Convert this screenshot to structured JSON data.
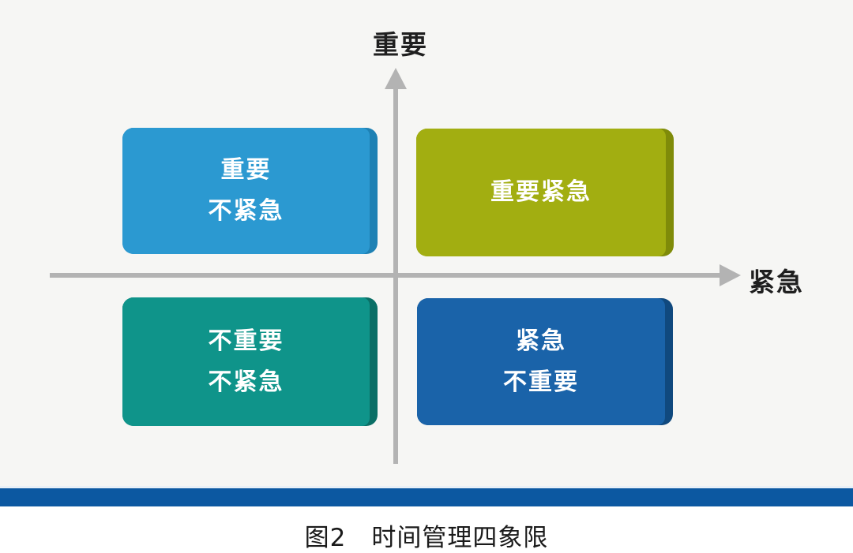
{
  "figure": {
    "caption": "图2　时间管理四象限",
    "background_color": "#f6f6f4",
    "footer_bar_color": "#0c58a1",
    "axes": {
      "y_label": "重要",
      "x_label": "紧急",
      "axis_color": "#b3b3b3"
    },
    "quadrants": {
      "top_left": {
        "label": "重要\n不紧急",
        "color": "#2b99d1",
        "edge_color": "#1e81b4"
      },
      "top_right": {
        "label": "重要紧急",
        "color": "#a2ae11",
        "edge_color": "#7f8b09"
      },
      "bottom_left": {
        "label": "不重要\n不紧急",
        "color": "#0f948a",
        "edge_color": "#0b6f66"
      },
      "bottom_right": {
        "label": "紧急\n不重要",
        "color": "#1a63a9",
        "edge_color": "#10497e"
      }
    }
  }
}
